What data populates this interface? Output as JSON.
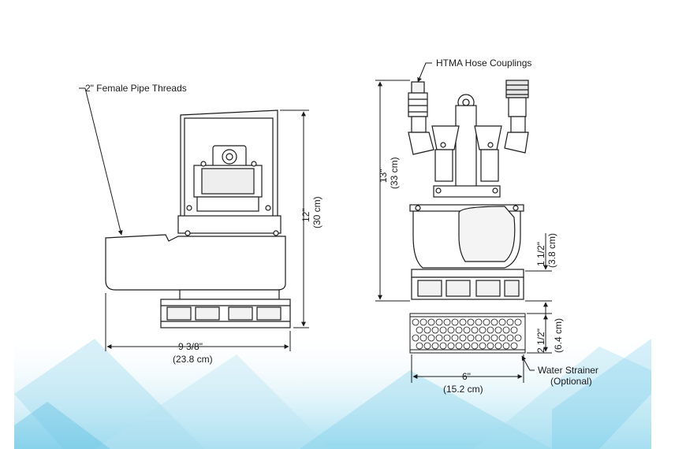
{
  "labels": {
    "pipe_threads": "2\" Female Pipe Threads",
    "hose_couplings": "HTMA  Hose Couplings",
    "water_strainer": "Water Strainer",
    "water_strainer_note": "(Optional)"
  },
  "dimensions": {
    "width_imperial": "9 3/8\"",
    "width_metric": "(23.8 cm)",
    "height_side_imperial": "12\"",
    "height_side_metric": "(30 cm)",
    "height_front_imperial": "13\"",
    "height_front_metric": "(33 cm)",
    "base_imperial": "1 1/2\"",
    "base_metric": "(3.8 cm)",
    "strainer_height_imperial": "2 1/2\"",
    "strainer_height_metric": "(6.4 cm)",
    "strainer_width_imperial": "6\"",
    "strainer_width_metric": "(15.2 cm)"
  },
  "colors": {
    "line": "#1a1a1a",
    "body_fill": "#ffffff",
    "background_accent": "#5cc4e6"
  }
}
